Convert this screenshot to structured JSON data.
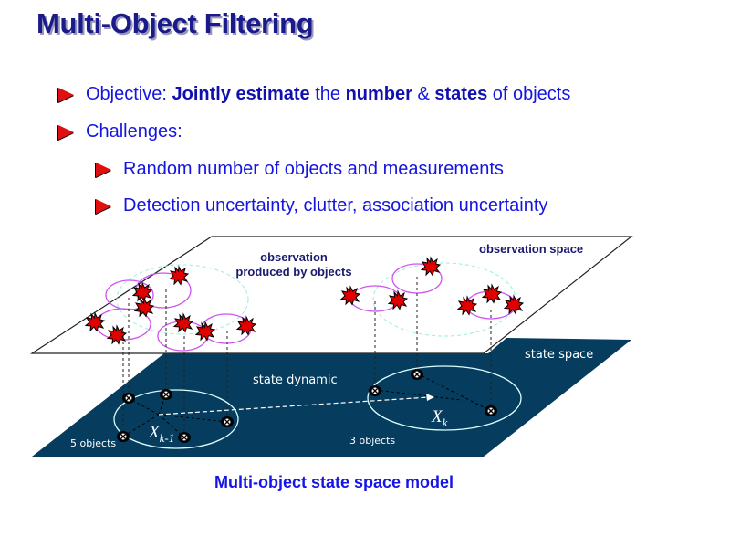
{
  "slide": {
    "title": "Multi-Object Filtering",
    "bullets": [
      {
        "level": 1,
        "icon": "red-arrow-bullet-icon",
        "parts": [
          {
            "text": "Objective: ",
            "bold": false
          },
          {
            "text": "Jointly estimate",
            "bold": true
          },
          {
            "text": " the ",
            "bold": false
          },
          {
            "text": "number",
            "bold": true
          },
          {
            "text": " & ",
            "bold": false
          },
          {
            "text": "states",
            "bold": true
          },
          {
            "text": " of objects",
            "bold": false
          }
        ]
      },
      {
        "level": 1,
        "icon": "red-arrow-bullet-icon",
        "text": "Challenges:"
      },
      {
        "level": 2,
        "icon": "red-arrow-bullet-icon",
        "text": "Random number of objects and measurements"
      },
      {
        "level": 2,
        "icon": "red-arrow-bullet-icon",
        "text": "Detection uncertainty, clutter, association uncertainty"
      }
    ],
    "diagram": {
      "observation_label_line1": "observation",
      "observation_label_line2": "produced by objects",
      "observation_space_label": "observation space",
      "state_space_label": "state space",
      "state_dynamic_label": "state dynamic",
      "left_set": {
        "symbol": "X",
        "subscript": "k-1",
        "count_label": "5 objects"
      },
      "right_set": {
        "symbol": "X",
        "subscript": "k",
        "count_label": "3 objects"
      },
      "colors": {
        "state_plane": "#063c5e",
        "measurement": "#e00000",
        "gate_ellipse": "#cc66ee",
        "cluster_ellipse": "#99eedd"
      }
    },
    "caption": "Multi-object state space model"
  }
}
